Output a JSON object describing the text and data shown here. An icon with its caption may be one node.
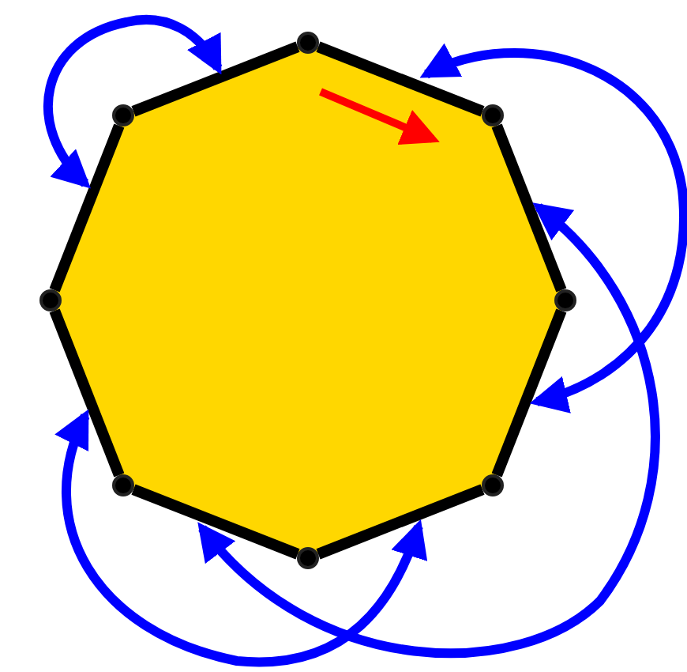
{
  "diagram": {
    "nodes": [
      {
        "text": [],
        "shape": "octagon"
      },
      {
        "text": [],
        "shape": "circle"
      },
      {
        "text": [],
        "shape": "circle"
      },
      {
        "text": [],
        "shape": "circle"
      },
      {
        "text": [],
        "shape": "circle"
      },
      {
        "text": [],
        "shape": "circle"
      },
      {
        "text": [],
        "shape": "circle"
      },
      {
        "text": [],
        "shape": "circle"
      },
      {
        "text": [],
        "shape": "circle"
      }
    ],
    "edges": [
      {
        "from": 1,
        "to": 3,
        "arrow": "none"
      },
      {
        "from": 3,
        "to": 5,
        "arrow": "none"
      },
      {
        "from": 5,
        "to": 7,
        "arrow": "none"
      },
      {
        "from": 7,
        "to": 8,
        "arrow": "none"
      },
      {
        "from": 8,
        "to": 6,
        "arrow": "none"
      },
      {
        "from": 6,
        "to": 4,
        "arrow": "none"
      },
      {
        "from": 4,
        "to": 2,
        "arrow": "none"
      },
      {
        "from": 2,
        "to": 1,
        "arrow": "none"
      },
      {
        "from": 0,
        "to": 0,
        "arrow": "both",
        "color": "#0000ff"
      },
      {
        "from": 0,
        "to": 0,
        "arrow": "both",
        "color": "#0000ff"
      },
      {
        "from": 0,
        "to": 0,
        "arrow": "both",
        "color": "#0000ff"
      },
      {
        "from": 0,
        "to": 0,
        "arrow": "both",
        "color": "#0000ff"
      }
    ]
  }
}
